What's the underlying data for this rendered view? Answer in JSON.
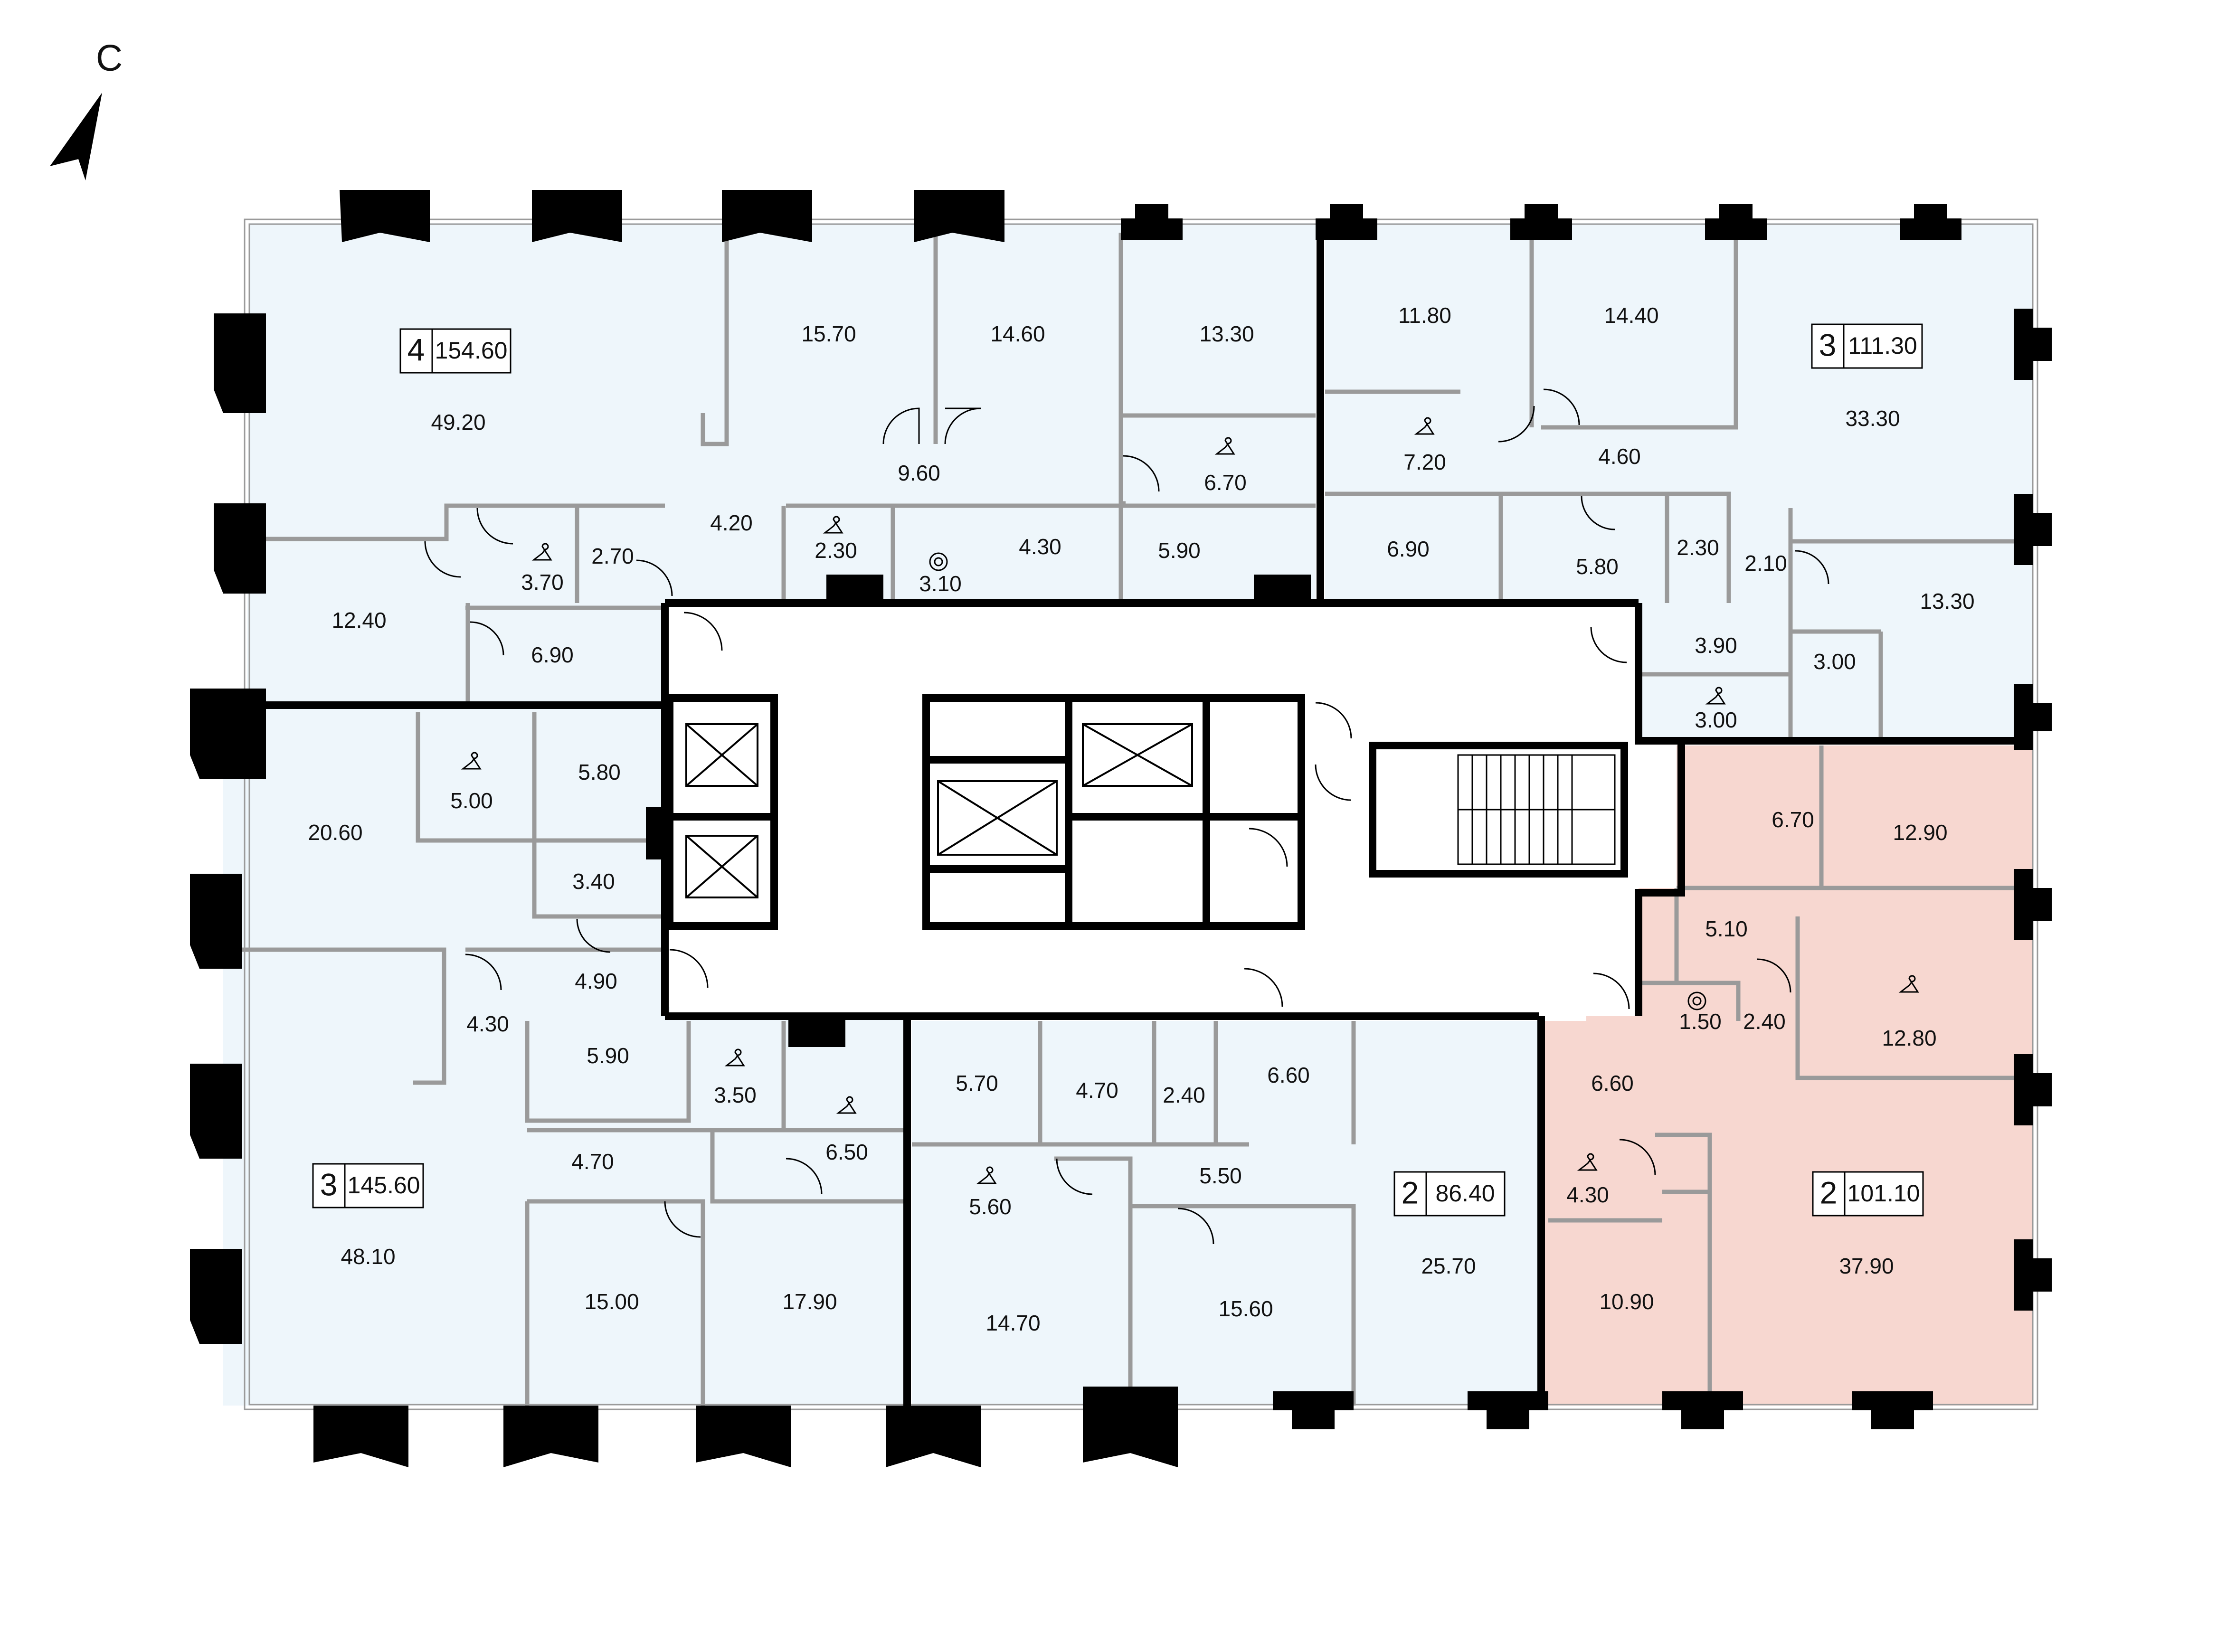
{
  "north_label": "С",
  "colors": {
    "apartment_fill": "#eef6fb",
    "selected_fill": "#f7d7d0",
    "wall": "#000000",
    "partition": "#9a9a9a",
    "core_fill": "#ffffff"
  },
  "icons": [
    "north-arrow-icon",
    "hanger-icon",
    "washer-icon",
    "elevator-icon",
    "stairs-icon",
    "door-swing-icon"
  ],
  "apartments": [
    {
      "id": "nw",
      "rooms": "4",
      "area": "154.60",
      "selected": false
    },
    {
      "id": "ne",
      "rooms": "3",
      "area": "111.30",
      "selected": false
    },
    {
      "id": "sw",
      "rooms": "3",
      "area": "145.60",
      "selected": false
    },
    {
      "id": "sc",
      "rooms": "2",
      "area": "86.40",
      "selected": false
    },
    {
      "id": "se",
      "rooms": "2",
      "area": "101.10",
      "selected": true
    }
  ],
  "room_areas": [
    "49.20",
    "15.70",
    "14.60",
    "13.30",
    "9.60",
    "6.70",
    "4.20",
    "2.30",
    "3.10",
    "4.30",
    "5.90",
    "3.70",
    "2.70",
    "12.40",
    "6.90",
    "11.80",
    "14.40",
    "33.30",
    "7.20",
    "4.60",
    "6.90",
    "5.80",
    "2.30",
    "2.10",
    "13.30",
    "3.90",
    "3.00",
    "3.00",
    "20.60",
    "5.00",
    "5.80",
    "3.40",
    "4.90",
    "4.30",
    "5.90",
    "3.50",
    "6.50",
    "4.70",
    "48.10",
    "15.00",
    "17.90",
    "5.70",
    "4.70",
    "2.40",
    "6.60",
    "5.60",
    "5.50",
    "14.70",
    "15.60",
    "25.70",
    "6.70",
    "12.90",
    "5.10",
    "1.50",
    "2.40",
    "12.80",
    "6.60",
    "4.30",
    "10.90",
    "37.90"
  ]
}
